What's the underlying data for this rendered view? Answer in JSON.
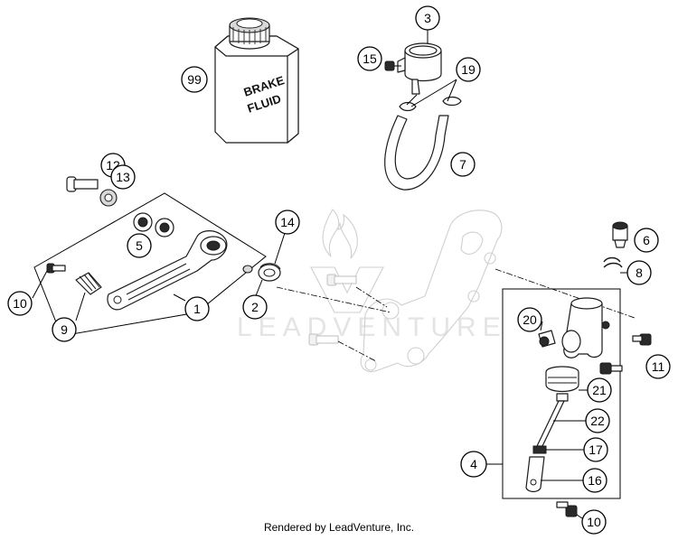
{
  "diagram": {
    "watermark": "LEADVENTURE",
    "footer": "Rendered by LeadVenture, Inc.",
    "bottle_label_line1": "BRAKE",
    "bottle_label_line2": "FLUID",
    "callouts": {
      "c1": "1",
      "c2": "2",
      "c3": "3",
      "c4": "4",
      "c5": "5",
      "c6": "6",
      "c7": "7",
      "c8": "8",
      "c9": "9",
      "c10a": "10",
      "c10b": "10",
      "c11": "11",
      "c12": "12",
      "c13": "13",
      "c14": "14",
      "c15": "15",
      "c16": "16",
      "c17": "17",
      "c19": "19",
      "c20": "20",
      "c21": "21",
      "c22": "22",
      "c99": "99"
    }
  }
}
